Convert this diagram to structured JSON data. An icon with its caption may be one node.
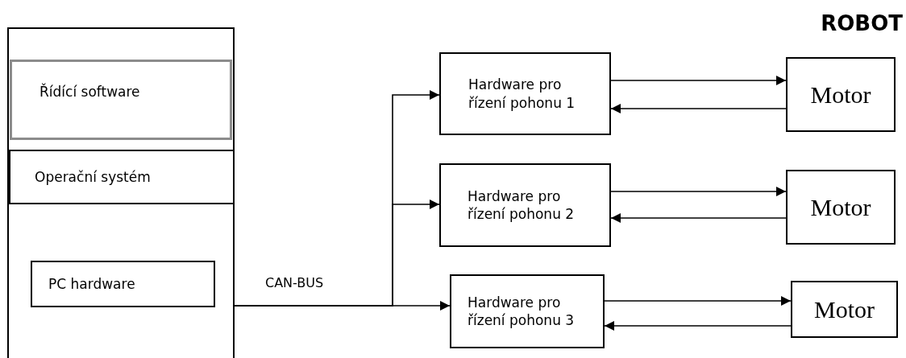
{
  "diagram": {
    "title": "ROBOT",
    "nodes": [
      {
        "text": [],
        "shape": "box"
      },
      {
        "text": [
          "Řídící software"
        ],
        "in": 0
      },
      {
        "text": [
          "Operační systém"
        ],
        "in": 0
      },
      {
        "text": [
          "PC hardware"
        ],
        "in": 0
      },
      {
        "text": [
          "Hardware pro řízení pohonu 1"
        ]
      },
      {
        "text": [
          "Hardware pro řízení pohonu 2"
        ]
      },
      {
        "text": [
          "Hardware pro řízení pohonu 3"
        ]
      },
      {
        "text": [
          "Motor"
        ]
      },
      {
        "text": [
          "Motor"
        ]
      },
      {
        "text": [
          "Motor"
        ]
      }
    ],
    "edges": [
      {
        "from": 0,
        "to": 4,
        "arrow": "to"
      },
      {
        "from": 0,
        "to": 5,
        "arrow": "to"
      },
      {
        "from": 0,
        "to": 6,
        "arrow": "to",
        "label": "CAN-BUS"
      },
      {
        "from": 4,
        "to": 7,
        "arrow": "to"
      },
      {
        "from": 7,
        "to": 4,
        "arrow": "to"
      },
      {
        "from": 5,
        "to": 8,
        "arrow": "to"
      },
      {
        "from": 8,
        "to": 5,
        "arrow": "to"
      },
      {
        "from": 6,
        "to": 9,
        "arrow": "to"
      },
      {
        "from": 9,
        "to": 6,
        "arrow": "to"
      }
    ]
  }
}
